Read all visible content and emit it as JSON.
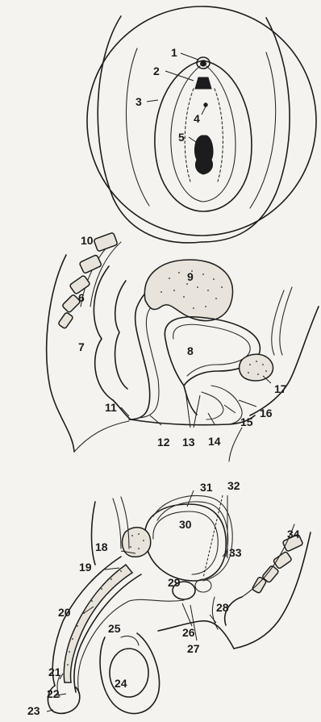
{
  "labels": {
    "l1": "1",
    "l2": "2",
    "l3": "3",
    "l4": "4",
    "l5": "5",
    "l6": "6",
    "l7": "7",
    "l8": "8",
    "l9": "9",
    "l10": "10",
    "l11": "11",
    "l12": "12",
    "l13": "13",
    "l14": "14",
    "l15": "15",
    "l16": "16",
    "l17": "17",
    "l18": "18",
    "l19": "19",
    "l20": "20",
    "l21": "21",
    "l22": "22",
    "l23": "23",
    "l24": "24",
    "l25": "25",
    "l26": "26",
    "l27": "27",
    "l28": "28",
    "l29": "29",
    "l30": "30",
    "l31": "31",
    "l32": "32",
    "l33": "33",
    "l34": "34"
  }
}
